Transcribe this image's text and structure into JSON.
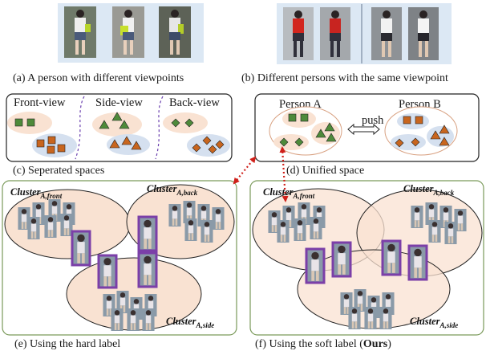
{
  "captions": {
    "a": "(a) A person with different viewpoints",
    "b": "(b) Different persons with  the same viewpoint",
    "c": "(c) Seperated spaces",
    "d": "(d)  Unified space",
    "e": "(e)  Using the hard label",
    "f_prefix": "(f)  Using the soft label (",
    "f_bold": "Ours",
    "f_suffix": ")"
  },
  "panel_c": {
    "labels": [
      "Front-view",
      "Side-view",
      "Back-view"
    ]
  },
  "panel_d": {
    "person_a": "Person A",
    "person_b": "Person B",
    "push": "push"
  },
  "clusters": {
    "prefix": "Cluster",
    "front": "A,front",
    "back": "A,back",
    "side": "A,side"
  },
  "colors": {
    "square_green": "#4e8a3a",
    "triangle_green": "#4e8a3a",
    "diamond_green": "#4e8a3a",
    "orange": "#c8651e",
    "highlight_purple": "#7b3fa8",
    "arrow_red": "#d0201a",
    "cluster_fill": "#f9e2d2",
    "blue_fill": "#d5e0ef",
    "strip_bg": "#dce8f4",
    "view_divider": "#6a3fae"
  }
}
